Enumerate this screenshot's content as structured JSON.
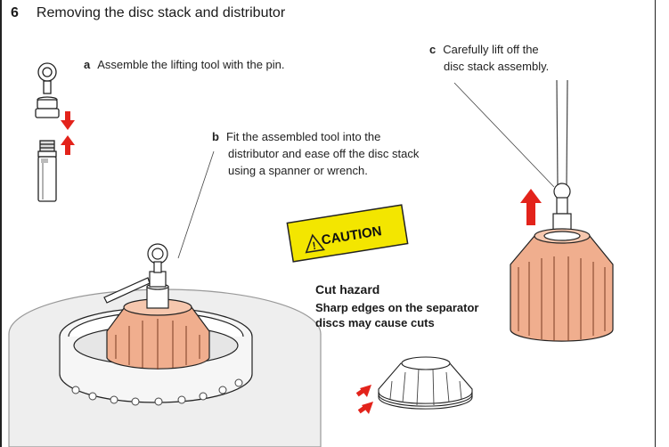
{
  "section": {
    "number": "6",
    "title": "Removing the disc stack and distributor"
  },
  "steps": [
    {
      "letter": "a",
      "line1": "Assemble the lifting tool with the pin.",
      "line2": "",
      "line3": ""
    },
    {
      "letter": "b",
      "line1": "Fit the assembled tool into the",
      "line2": "distributor and ease off the disc stack",
      "line3": "using a spanner or wrench."
    },
    {
      "letter": "c",
      "line1": "Carefully lift off the",
      "line2": "disc stack assembly.",
      "line3": ""
    }
  ],
  "caution": {
    "label": "CAUTION",
    "hazard_title": "Cut hazard",
    "hazard_text_1": "Sharp edges on the separator",
    "hazard_text_2": "discs may cause cuts"
  },
  "colors": {
    "accent_red": "#e3231b",
    "disc_salmon": "#f0ae8e",
    "caution_yellow": "#f3e600"
  }
}
